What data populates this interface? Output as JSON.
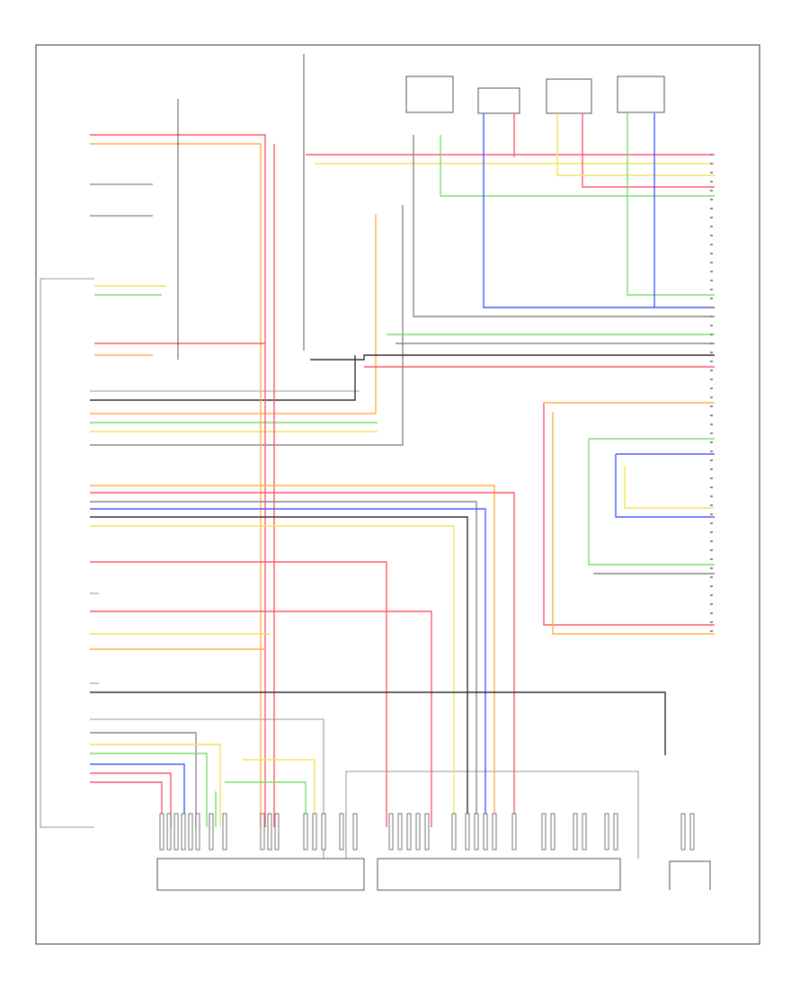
{
  "diagram": {
    "footer_label": "",
    "colors": {
      "red": "#ff5a6e",
      "orange": "#ffb04a",
      "yellow": "#f2e35a",
      "green": "#78e06a",
      "blue": "#4a5cff",
      "cyan": "#4ac8ff",
      "gray": "#8a8a8a",
      "dark": "#333333",
      "frame": "#555555"
    },
    "top_components": [
      {
        "id": "radio-receiver"
      },
      {
        "id": "left-rear-speaker"
      },
      {
        "id": "right-rear-speaker"
      },
      {
        "id": "rear-subwoofer"
      }
    ],
    "bottom_components": [
      {
        "id": "navigation-control-module"
      },
      {
        "id": "operator-controls-module"
      },
      {
        "id": "multimedia-unit"
      },
      {
        "id": "antenna-splitter"
      },
      {
        "id": "radio-antenna"
      }
    ],
    "right_components": [
      {
        "id": "left-front-speaker"
      },
      {
        "id": "radio-connector"
      },
      {
        "id": "right-front-speaker"
      }
    ]
  }
}
